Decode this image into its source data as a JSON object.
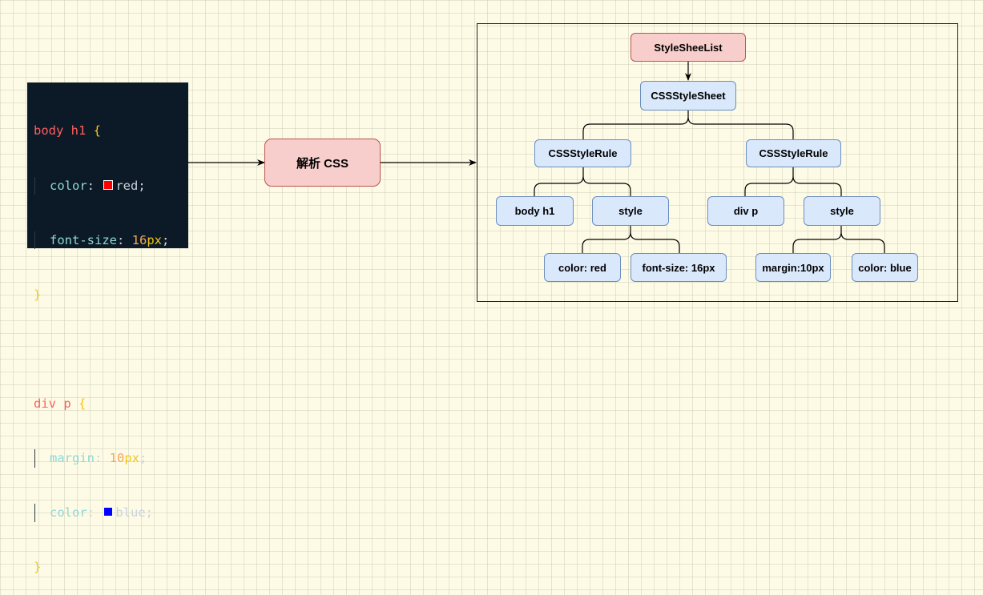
{
  "code": {
    "rule1": {
      "selector": "body h1",
      "open": "{",
      "prop1": "color",
      "val1": "red",
      "swatch1": "#ff0000",
      "prop2": "font-size",
      "num2": "16",
      "unit2": "px",
      "close": "}"
    },
    "rule2": {
      "selector": "div p",
      "open": "{",
      "prop1": "margin",
      "num1": "10",
      "unit1": "px",
      "prop2": "color",
      "val2": "blue",
      "swatch2": "#0000ff",
      "close": "}"
    }
  },
  "parse_label": "解析 CSS",
  "tree": {
    "root": "StyleSheeList",
    "sheet": "CSSStyleSheet",
    "rule_left": "CSSStyleRule",
    "rule_right": "CSSStyleRule",
    "left_selector": "body h1",
    "left_style": "style",
    "right_selector": "div p",
    "right_style": "style",
    "left_decl1": "color: red",
    "left_decl2": "font-size: 16px",
    "right_decl1": "margin:10px",
    "right_decl2": "color: blue"
  },
  "colors": {
    "blue_fill": "#dae8fc",
    "blue_stroke": "#6c8ebf",
    "red_fill": "#f8cecc",
    "red_stroke": "#b85450",
    "code_bg": "#0b1a26"
  }
}
